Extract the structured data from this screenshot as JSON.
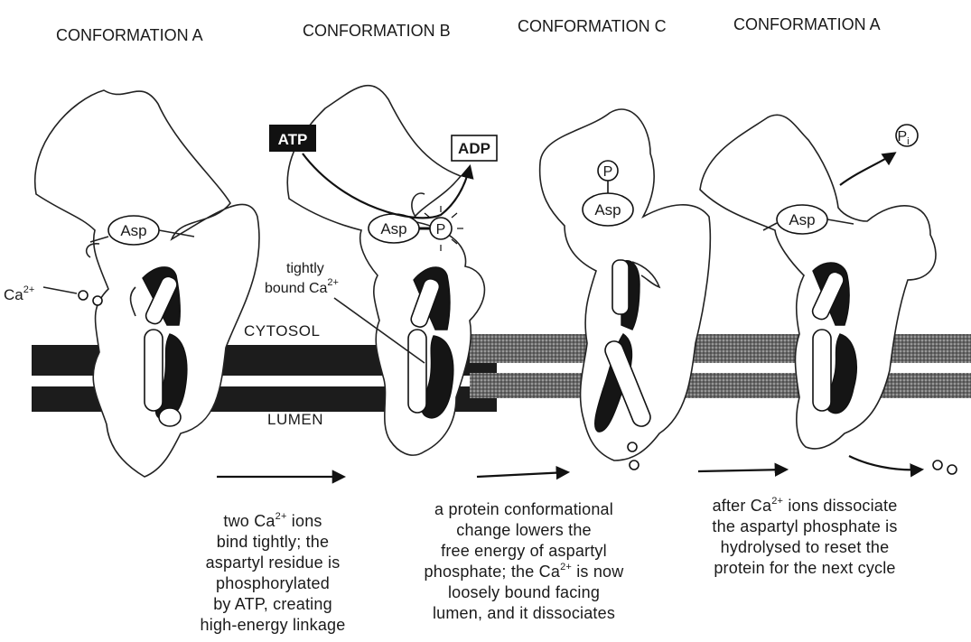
{
  "headers": [
    "CONFORMATION A",
    "CONFORMATION B",
    "CONFORMATION C",
    "CONFORMATION A"
  ],
  "labels": {
    "atp": "ATP",
    "adp": "ADP",
    "asp": "Asp",
    "p": "P",
    "pi": "P",
    "pi_sub": "i",
    "ca": "Ca",
    "ca_charge": "2+",
    "tightly": "tightly",
    "bound": "bound Ca",
    "cytosol": "CYTOSOL",
    "lumen": "LUMEN"
  },
  "captions": {
    "c1": [
      "two Ca",
      "ions",
      "bind tightly; the",
      "aspartyl residue is",
      "phosphorylated",
      "by ATP, creating",
      "high-energy linkage"
    ],
    "c2": [
      "a protein conformational",
      "change lowers the",
      "free energy of aspartyl",
      "phosphate; the Ca",
      "is now",
      "loosely bound facing",
      "lumen, and it dissociates"
    ],
    "c3": [
      "after Ca",
      "ions dissociate",
      "the aspartyl phosphate is",
      "hydrolysed to reset the",
      "protein for the next cycle"
    ]
  }
}
